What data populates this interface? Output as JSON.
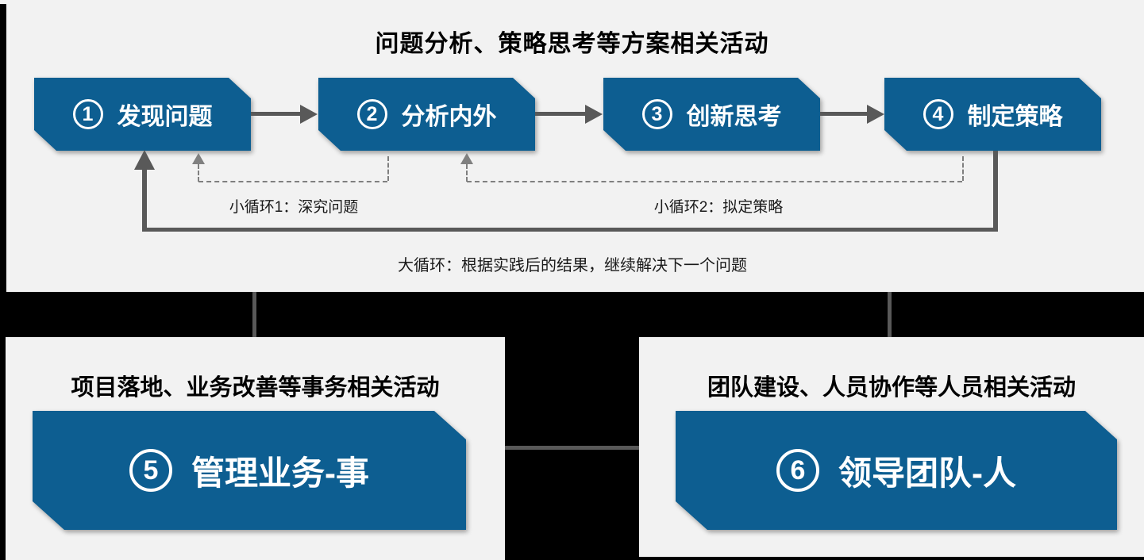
{
  "colors": {
    "box_blue": "#0D5E91",
    "panel_gray": "#F2F2F2",
    "background_black": "#000000",
    "solid_line_gray": "#595959",
    "dashed_line_gray": "#7F7F7F"
  },
  "top_section": {
    "title": "问题分析、策略思考等方案相关活动",
    "steps": [
      {
        "num": "1",
        "label": "发现问题"
      },
      {
        "num": "2",
        "label": "分析内外"
      },
      {
        "num": "3",
        "label": "创新思考"
      },
      {
        "num": "4",
        "label": "制定策略"
      }
    ],
    "loop1_label": "小循环1：深究问题",
    "loop2_label": "小循环2：拟定策略",
    "big_loop_label": "大循环：根据实践后的结果，继续解决下一个问题"
  },
  "bottom_left": {
    "title": "项目落地、业务改善等事务相关活动",
    "step": {
      "num": "5",
      "label": "管理业务-事"
    }
  },
  "bottom_right": {
    "title": "团队建设、人员协作等人员相关活动",
    "step": {
      "num": "6",
      "label": "领导团队-人"
    }
  }
}
